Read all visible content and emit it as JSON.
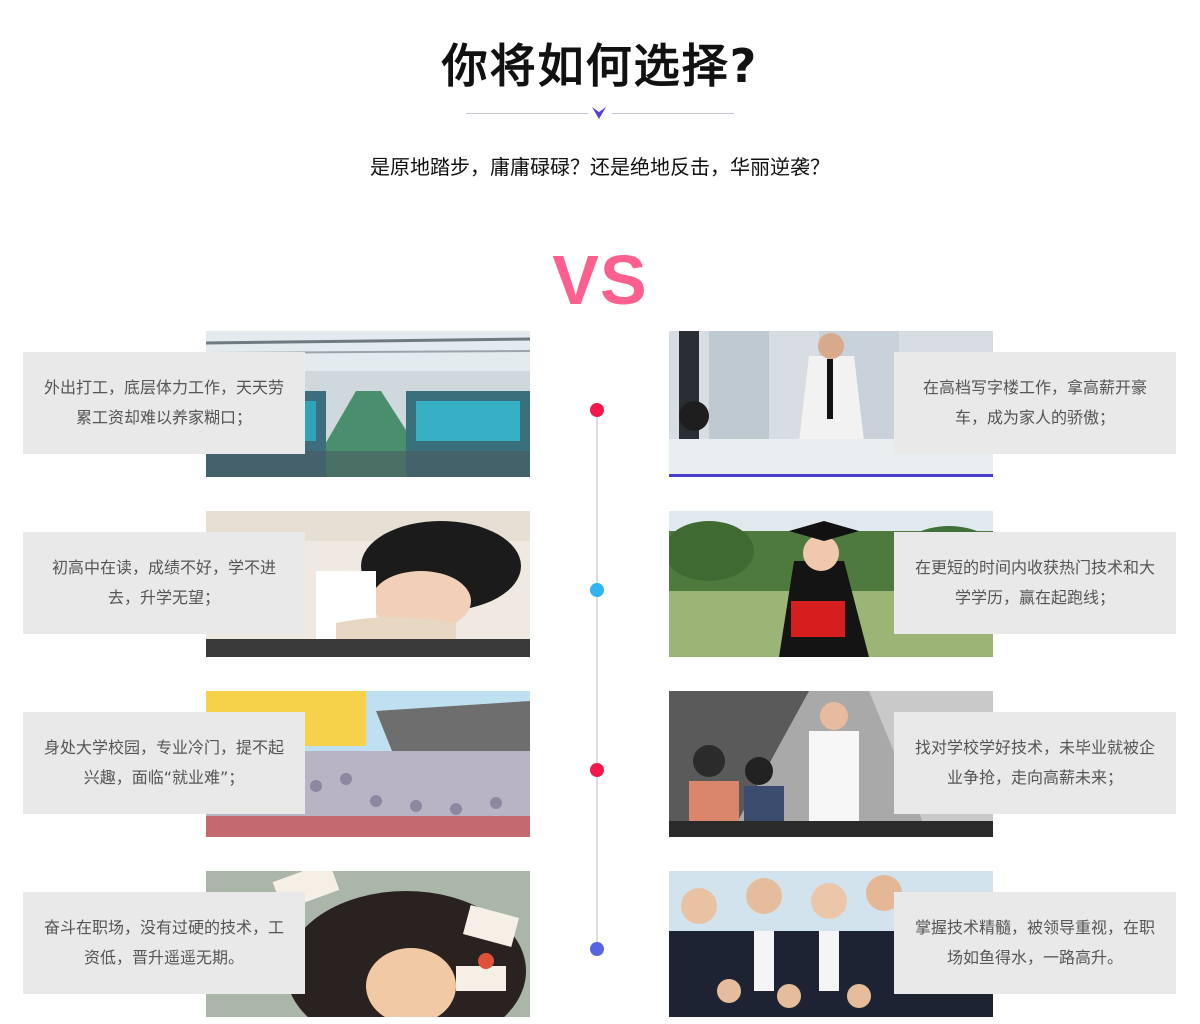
{
  "header": {
    "title": "你将如何选择?",
    "subtitle": "是原地踏步，庸庸碌碌？还是绝地反击，华丽逆袭？",
    "vs_label": "VS"
  },
  "colors": {
    "vs": "#fd5f8e",
    "chevron": "#5a3fd6",
    "timeline": "#dcdcdc",
    "caption_bg": "#e9e9e9",
    "dot_colors": [
      "#f5194a",
      "#2fb5f2",
      "#f5194a",
      "#5566e0"
    ]
  },
  "rows": [
    {
      "left": {
        "image": "factory-workers-photo",
        "text": "外出打工，底层体力工作，天天劳累工资却难以养家糊口；"
      },
      "right": {
        "image": "office-professionals-photo",
        "text": "在高档写字楼工作，拿高薪开豪车，成为家人的骄傲；"
      },
      "dot_color": "#f5194a"
    },
    {
      "left": {
        "image": "sleeping-student-photo",
        "text": "初高中在读，成绩不好，学不进去，升学无望；"
      },
      "right": {
        "image": "graduate-photo",
        "text": "在更短的时间内收获热门技术和大学学历，赢在起跑线；"
      },
      "dot_color": "#2fb5f2"
    },
    {
      "left": {
        "image": "job-hunting-crowd-illustration",
        "text": "身处大学校园，专业冷门，提不起兴趣，面临“就业难”；"
      },
      "right": {
        "image": "business-meeting-photo",
        "text": "找对学校学好技术，未毕业就被企业争抢，走向高薪未来；"
      },
      "dot_color": "#f5194a"
    },
    {
      "left": {
        "image": "stressed-worker-illustration",
        "text": "奋斗在职场，没有过硬的技术，工资低，晋升遥遥无期。"
      },
      "right": {
        "image": "successful-team-photo",
        "text": "掌握技术精髓，被领导重视，在职场如鱼得水，一路高升。"
      },
      "dot_color": "#5566e0"
    }
  ]
}
